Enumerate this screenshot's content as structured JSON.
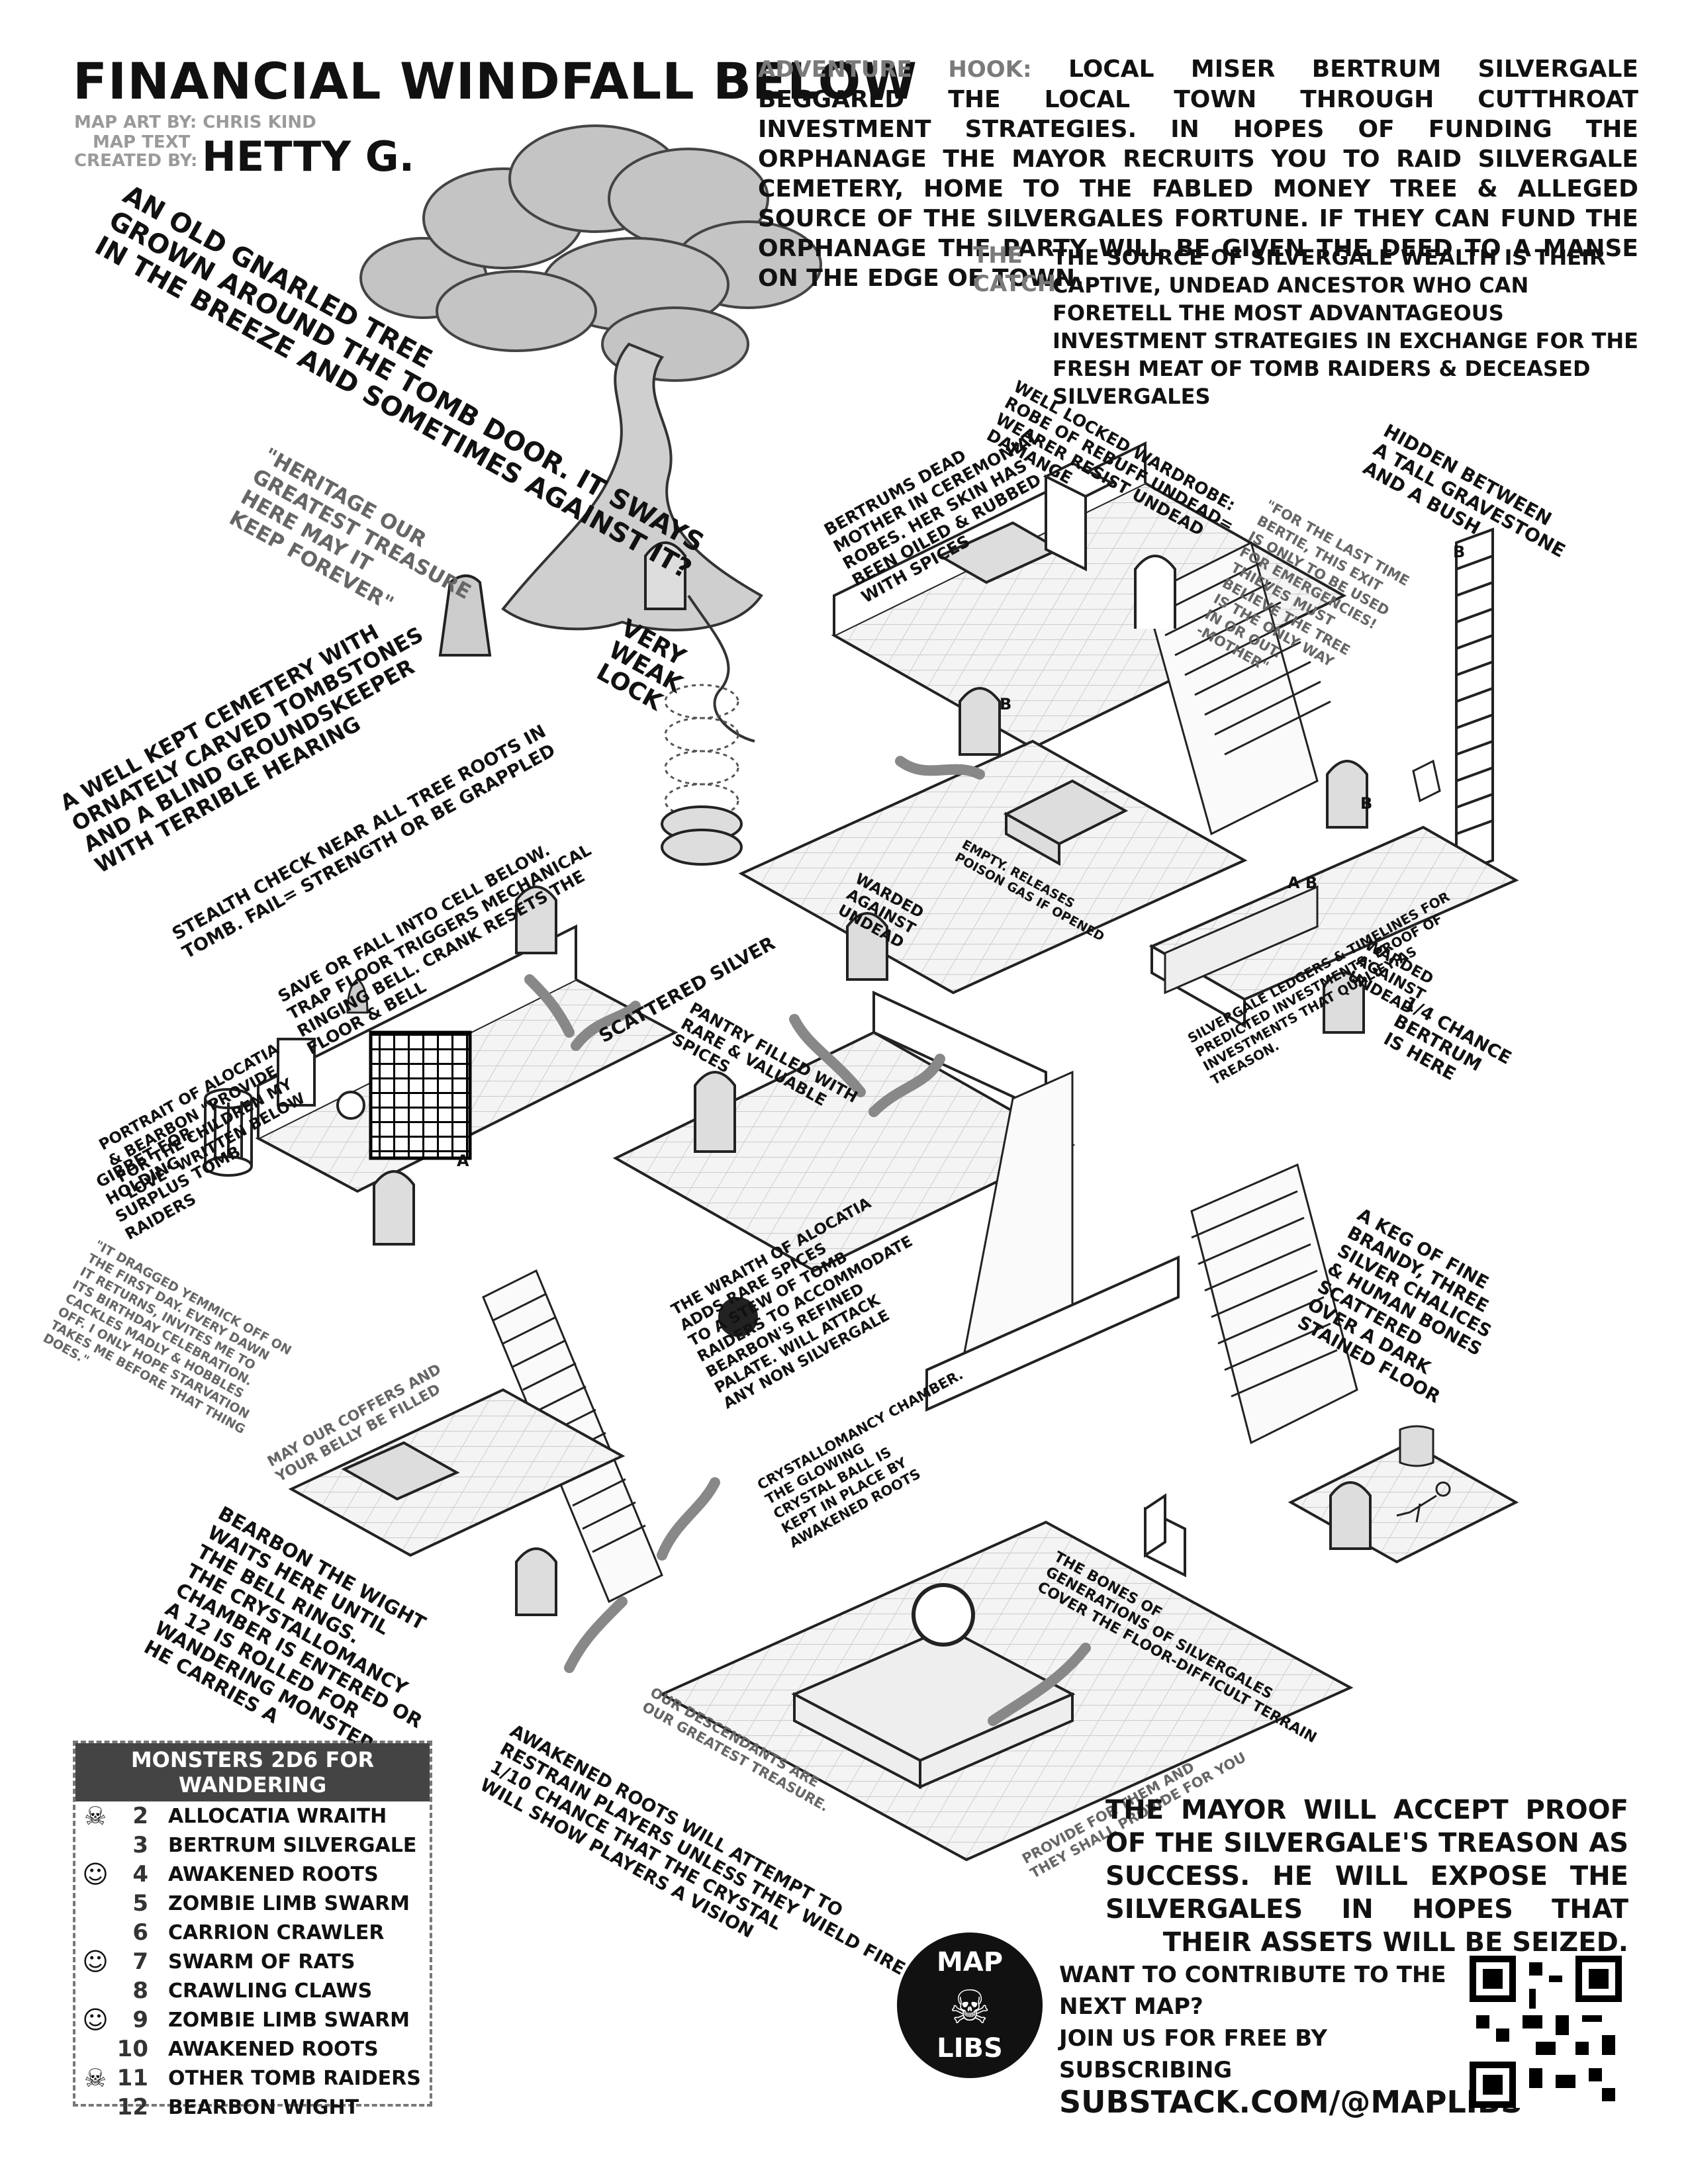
{
  "title": "FINANCIAL WINDFALL BELOW",
  "credits": {
    "map_art": "MAP ART BY: CHRIS KIND",
    "map_text": "MAP TEXT",
    "created_by": "CREATED BY:",
    "author": "HETTY G."
  },
  "hook": {
    "label": "Adventure Hook:",
    "text": "Local miser Bertrum Silvergale beggared the local town through cutthroat investment strategies. In hopes of funding the orphanage the mayor recruits you to raid Silvergale cemetery, home to the fabled Money Tree & alleged source of the Silvergales fortune. If they can fund the orphanage the party will be given the deed to a manse on the edge of town."
  },
  "catch": {
    "label": "The Catch",
    "text": "The source of Silvergale wealth is their captive, undead ancestor who can foretell the most advantageous investment strategies in exchange for the fresh meat of tomb raiders & deceased Silvergales"
  },
  "map_notes": {
    "tree": "AN OLD GNARLED TREE\nGROWN AROUND THE TOMB DOOR. IT SWAYS\nIN THE BREEZE AND SOMETIMES AGAINST IT?",
    "heritage": "\"HERITAGE OUR\nGREATEST TREASURE\nHERE MAY IT\nKEEP FOREVER\"",
    "very_weak_lock": "VERY\nWEAK\nLOCK",
    "cemetery": "A WELL KEPT CEMETERY WITH\nORNATELY CARVED TOMBSTONES\nAND A BLIND GROUNDSKEEPER\nWITH TERRIBLE HEARING",
    "stealth": "STEALTH CHECK NEAR ALL TREE ROOTS IN\nTOMB. FAIL= STRENGTH OR BE GRAPPLED",
    "trap": "SAVE OR FALL INTO CELL BELOW.\nTRAP FLOOR TRIGGERS MECHANICAL\nRINGING BELL. CRANK RESETS THE\nFLOOR & BELL",
    "scattered_silver": "SCATTERED SILVER",
    "portrait": "PORTRAIT OF ALOCATIA\n& BEARBON \"PROVIDE\nFOR THE CHILDREN MY\nLOVE\" WRITTEN BELOW",
    "gibbet": "GIBBET FOR\nHOLDING\nSURPLUS TOMB\nRAIDERS",
    "dragged": "\"IT DRAGGED YEMMICK OFF ON\nTHE FIRST DAY. EVERY DAWN\nIT RETURNS, INVITES ME TO\nITS BIRTHDAY CELEBRATION.\nCACKLES MADLY & HOBBLES\nOFF. I ONLY HOPE STARVATION\nTAKES ME BEFORE THAT THING\nDOES.\"",
    "coffers": "MAY OUR COFFERS AND\nYOUR BELLY BE FILLED",
    "bearbon": "BEARBON THE WIGHT\nWAITS HERE UNTIL\nTHE BELL RINGS.\nTHE CRYSTALLOMANCY\nCHAMBER IS ENTERED OR\nA 12 IS ROLLED FOR\nWANDERING MONSTER.\nHE CARRIES A",
    "mother": "BERTRUMS DEAD\nMOTHER IN CEREMONIAL\nROBES. HER SKIN HAS\nBEEN OILED & RUBBED\nWITH SPICES",
    "wardrobe": "WELL LOCKED WARDROBE:\nROBE OF REBUFF UNDEAD=\nWEARER RESIST UNDEAD\nDAMANGE",
    "hidden": "HIDDEN BETWEEN\nA TALL GRAVESTONE\nAND A BUSH",
    "bertie": "\"FOR THE LAST TIME\nBERTIE, THIS EXIT\nIS ONLY TO BE USED\nFOR EMERGENCIES!\nTHIEVES MUST\nBELIEVE THE TREE\nIS THE ONLY WAY\nIN OR OUT.\n-MOTHER\"",
    "empty": "EMPTY. RELEASES\nPOISON GAS IF OPENED",
    "warded1": "WARDED\nAGAINST\nUNDEAD",
    "pantry": "PANTRY FILLED WITH\nRARE & VALUABLE\nSPICES",
    "ledgers": "SILVERGALE LEDGERS & TIMELINES FOR\nPREDICTED INVESTMENTS. PROOF OF\nINVESTMENTS THAT QUALIFY AS\nTREASON.",
    "warded2": "WARDED\nAGAINST\nUNDEAD",
    "bertrum_chance": "1/4 CHANCE\nBERTRUM\nIS HERE",
    "wraith": "THE WRAITH OF ALOCATIA\nADDS RARE SPICES\nTO A STEW OF TOMB\nRAIDERS TO ACCOMMODATE\nBEARBON'S REFINED\nPALATE. WILL ATTACK\nANY NON SILVERGALE",
    "keg": "A KEG OF FINE\nBRANDY, THREE\nSILVER CHALICES\n& HUMAN BONES\nSCATTERED\nOVER A DARK\nSTAINED FLOOR",
    "crystallomancy": "CRYSTALLOMANCY CHAMBER.\nTHE GLOWING\nCRYSTAL BALL IS\nKEPT IN PLACE BY\nAWAKENED ROOTS",
    "bones": "THE BONES OF\nGENERATIONS OF SILVERGALES\nCOVER THE FLOOR-DIFFICULT TERRAIN",
    "descendants": "OUR DESCENDANTS ARE\nOUR GREATEST TREASURE.",
    "provide": "PROVIDE FOR THEM AND\nTHEY SHALL PROVIDE FOR YOU",
    "roots": "AWAKENED ROOTS WILL ATTEMPT TO\nRESTRAIN PLAYERS UNLESS THEY WIELD FIRE\n1/10 CHANCE THAT THE CRYSTAL\nWILL SHOW PLAYERS A VISION"
  },
  "door_labels": {
    "a": "A",
    "b": "B",
    "ab": "A B"
  },
  "mayor": "The mayor will accept proof of the Silvergale's treason as success. He will expose the Silvergales in hopes that their assets will be seized.",
  "monsters": {
    "header": "MONSTERS 2D6 FOR WANDERING",
    "rows": [
      {
        "roll": "2",
        "name": "ALLOCATIA WRAITH",
        "icon": "skull-icon"
      },
      {
        "roll": "3",
        "name": "BERTRUM SILVERGALE",
        "icon": ""
      },
      {
        "roll": "4",
        "name": "AWAKENED ROOTS",
        "icon": "surprised-face-icon"
      },
      {
        "roll": "5",
        "name": "ZOMBIE LIMB SWARM",
        "icon": ""
      },
      {
        "roll": "6",
        "name": "CARRION CRAWLER",
        "icon": ""
      },
      {
        "roll": "7",
        "name": "SWARM OF RATS",
        "icon": "smiley-face-icon"
      },
      {
        "roll": "8",
        "name": "CRAWLING CLAWS",
        "icon": ""
      },
      {
        "roll": "9",
        "name": "ZOMBIE LIMB SWARM",
        "icon": "surprised-face-icon"
      },
      {
        "roll": "10",
        "name": "AWAKENED ROOTS",
        "icon": ""
      },
      {
        "roll": "11",
        "name": "OTHER TOMB RAIDERS",
        "icon": "skull-icon"
      },
      {
        "roll": "12",
        "name": "BEARBON WIGHT",
        "icon": ""
      }
    ]
  },
  "promo": {
    "line1": "WANT TO CONTRIBUTE TO THE NEXT MAP?",
    "line2": "JOIN US FOR FREE BY SUBSCRIBING",
    "line3": "SUBSTACK.COM/@MAPLIBS"
  },
  "badge": {
    "top": "MAP",
    "bottom": "LIBS"
  },
  "colors": {
    "ink": "#111111",
    "grey_text": "#7a7a7a",
    "tree": "#bdbdbd",
    "floor": "#f2f2f2"
  }
}
